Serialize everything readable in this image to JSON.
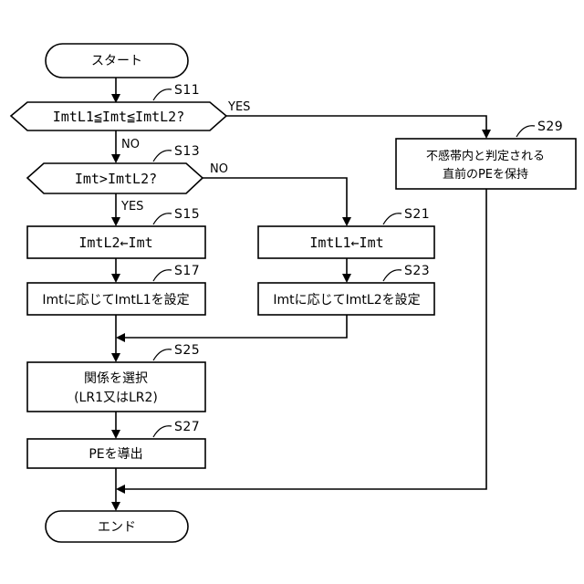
{
  "flowchart": {
    "start": "スタート",
    "end": "エンド",
    "decisions": [
      {
        "id": "S11",
        "text": "ImtL1≦Imt≦ImtL2?",
        "yes": "YES",
        "no": "NO"
      },
      {
        "id": "S13",
        "text": "Imt>ImtL2?",
        "yes": "YES",
        "no": "NO"
      }
    ],
    "processes": {
      "S15": "ImtL2←Imt",
      "S17": "Imtに応じてImtL1を設定",
      "S21": "ImtL1←Imt",
      "S23": "Imtに応じてImtL2を設定",
      "S25_line1": "関係を選択",
      "S25_line2": "(LR1又はLR2)",
      "S27": "PEを導出",
      "S29_line1": "不感帯内と判定される",
      "S29_line2": "直前のPEを保持"
    },
    "step_labels": {
      "S11": "S11",
      "S13": "S13",
      "S15": "S15",
      "S17": "S17",
      "S21": "S21",
      "S23": "S23",
      "S25": "S25",
      "S27": "S27",
      "S29": "S29"
    }
  }
}
